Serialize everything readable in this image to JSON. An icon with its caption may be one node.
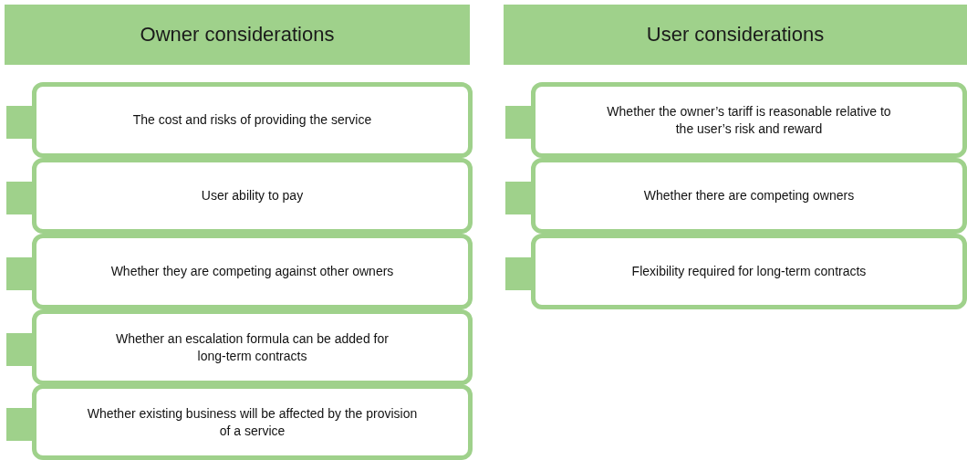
{
  "diagram": {
    "nodes": [
      {
        "text": [
          "Owner considerations"
        ]
      },
      {
        "text": [
          "The cost and risks of providing the service"
        ]
      },
      {
        "text": [
          "User ability to pay"
        ]
      },
      {
        "text": [
          "Whether they are competing against other owners"
        ]
      },
      {
        "text": [
          "Whether an escalation formula can be added for long-term contracts"
        ]
      },
      {
        "text": [
          "Whether existing business will be affected by the provision of a service"
        ]
      },
      {
        "text": [
          "User considerations"
        ]
      },
      {
        "text": [
          "Whether the owner’s tariff is reasonable relative to the user’s risk and reward"
        ]
      },
      {
        "text": [
          "Whether there are competing owners"
        ]
      },
      {
        "text": [
          "Flexibility required for long-term contracts"
        ]
      }
    ]
  }
}
